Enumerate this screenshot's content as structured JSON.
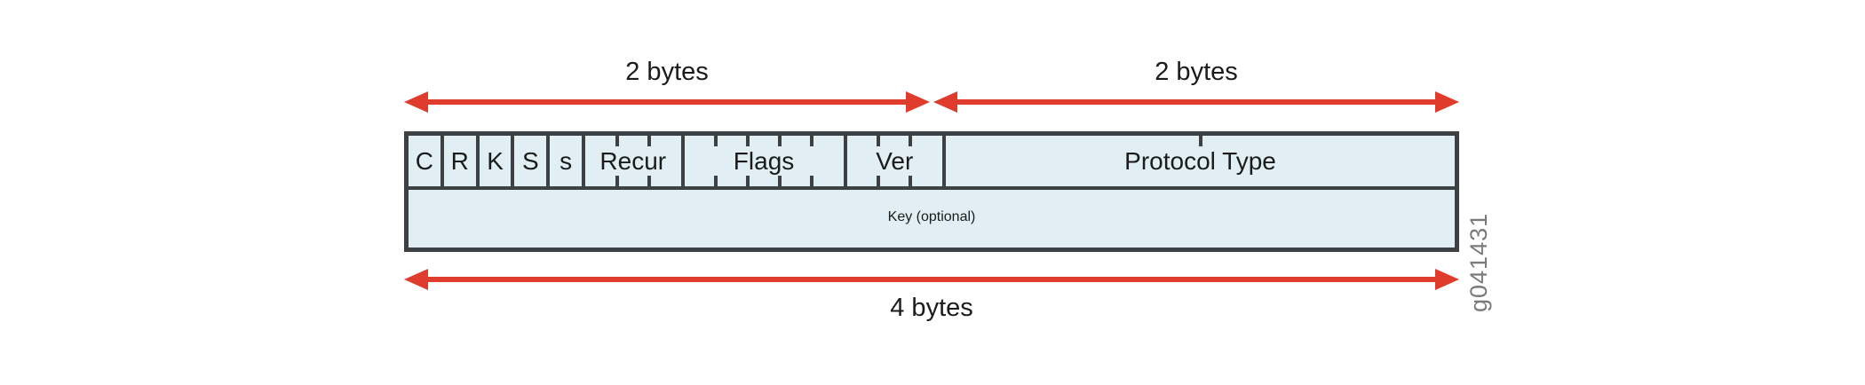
{
  "diagram": {
    "top_arrows": [
      {
        "label": "2 bytes"
      },
      {
        "label": "2 bytes"
      }
    ],
    "bottom_arrow": {
      "label": "4 bytes"
    },
    "header_row": {
      "fields": [
        {
          "label": "C",
          "bits": 1
        },
        {
          "label": "R",
          "bits": 1
        },
        {
          "label": "K",
          "bits": 1
        },
        {
          "label": "S",
          "bits": 1
        },
        {
          "label": "s",
          "bits": 1
        },
        {
          "label": "Recur",
          "bits": 3
        },
        {
          "label": "Flags",
          "bits": 5
        },
        {
          "label": "Ver",
          "bits": 3
        },
        {
          "label": "Protocol Type",
          "bits": 16
        }
      ]
    },
    "key_row": {
      "label": "Key (optional)"
    },
    "figure_id": "g041431",
    "colors": {
      "cell_fill": "#e1eff5",
      "border": "#3e4143",
      "arrow": "#e03c2d",
      "figure_id_text": "#7a7a7a",
      "label_text": "#1b1b1b"
    }
  }
}
